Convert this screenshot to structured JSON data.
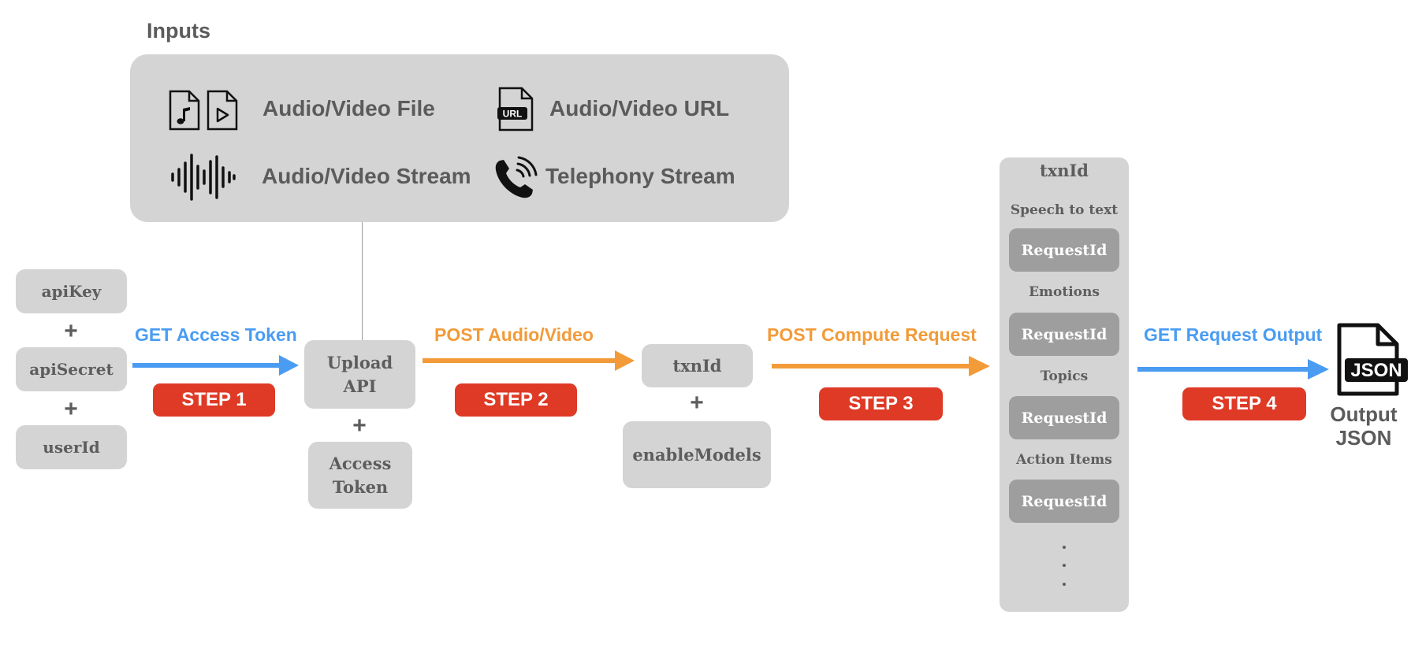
{
  "inputs": {
    "title": "Inputs",
    "items": [
      {
        "label": "Audio/Video File",
        "icon": "audio-video-file-icon"
      },
      {
        "label": "Audio/Video URL",
        "icon": "url-file-icon",
        "badge": "URL"
      },
      {
        "label": "Audio/Video Stream",
        "icon": "sound-wave-icon"
      },
      {
        "label": "Telephony Stream",
        "icon": "phone-call-icon"
      }
    ]
  },
  "credentials": {
    "api_key": "apiKey",
    "api_secret": "apiSecret",
    "user_id": "userId",
    "plus": "+"
  },
  "upload": {
    "api": "Upload\nAPI",
    "token": "Access\nToken"
  },
  "request": {
    "txn_id": "txnId",
    "enable_models": "enableModels"
  },
  "steps": [
    {
      "arrow_label": "GET Access Token",
      "step_label": "STEP 1",
      "color": "#4a9cf2"
    },
    {
      "arrow_label": "POST Audio/Video",
      "step_label": "STEP 2",
      "color": "#f29b38"
    },
    {
      "arrow_label": "POST Compute Request",
      "step_label": "STEP 3",
      "color": "#f29b38"
    },
    {
      "arrow_label": "GET Request Output",
      "step_label": "STEP 4",
      "color": "#4a9cf2"
    }
  ],
  "txn_panel": {
    "title": "txnId",
    "models": [
      {
        "name": "Speech to text",
        "request": "RequestId"
      },
      {
        "name": "Emotions",
        "request": "RequestId"
      },
      {
        "name": "Topics",
        "request": "RequestId"
      },
      {
        "name": "Action Items",
        "request": "RequestId"
      }
    ]
  },
  "output": {
    "icon_text": "JSON",
    "label": "Output\nJSON"
  },
  "colors": {
    "panel": "#d4d4d4",
    "step": "#de3a26",
    "blue": "#4a9cf2",
    "orange": "#f29b38",
    "request": "#9e9e9e"
  }
}
